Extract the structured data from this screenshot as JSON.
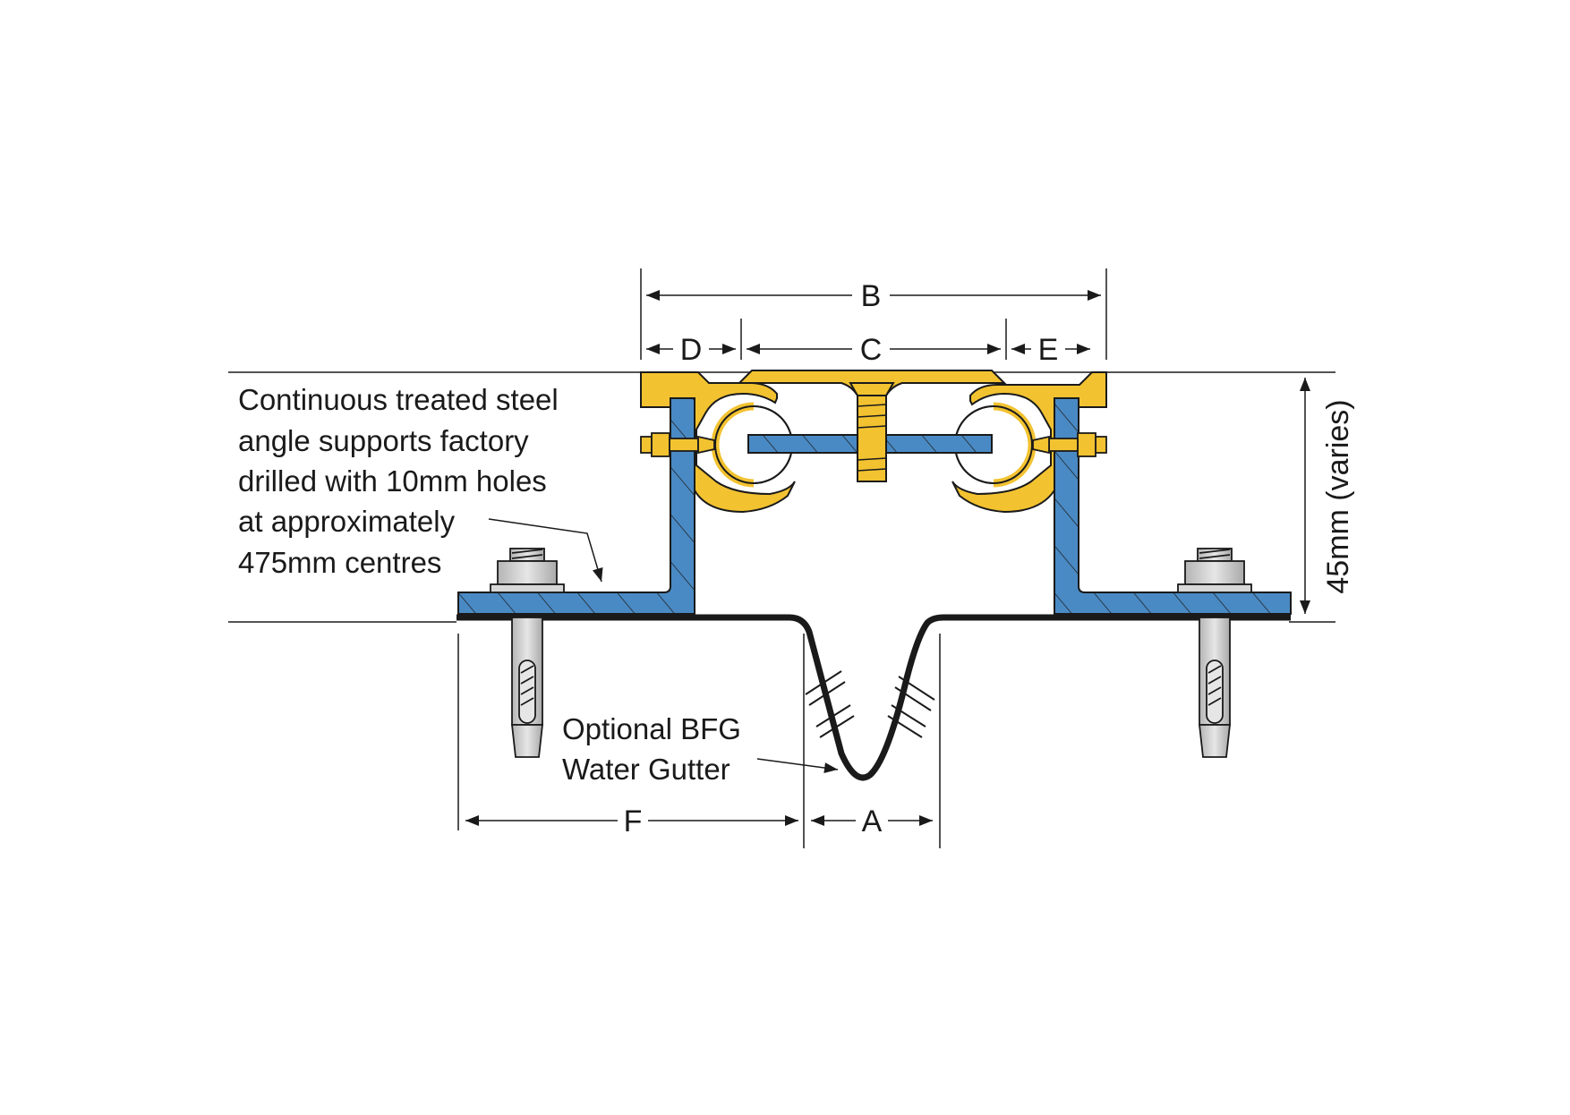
{
  "dimensions": {
    "B": "B",
    "C": "C",
    "D": "D",
    "E": "E",
    "F": "F",
    "A": "A",
    "height": "45mm (varies)"
  },
  "notes": {
    "support": [
      "Continuous treated steel",
      "angle supports factory",
      "drilled with 10mm holes",
      "at approximately",
      "475mm centres"
    ],
    "gutter": [
      "Optional BFG",
      "Water Gutter"
    ]
  },
  "colors": {
    "steel": "#4a8ac4",
    "brass": "#f2c230",
    "anchor": "#c8c8c8",
    "line": "#1a1a1a"
  }
}
